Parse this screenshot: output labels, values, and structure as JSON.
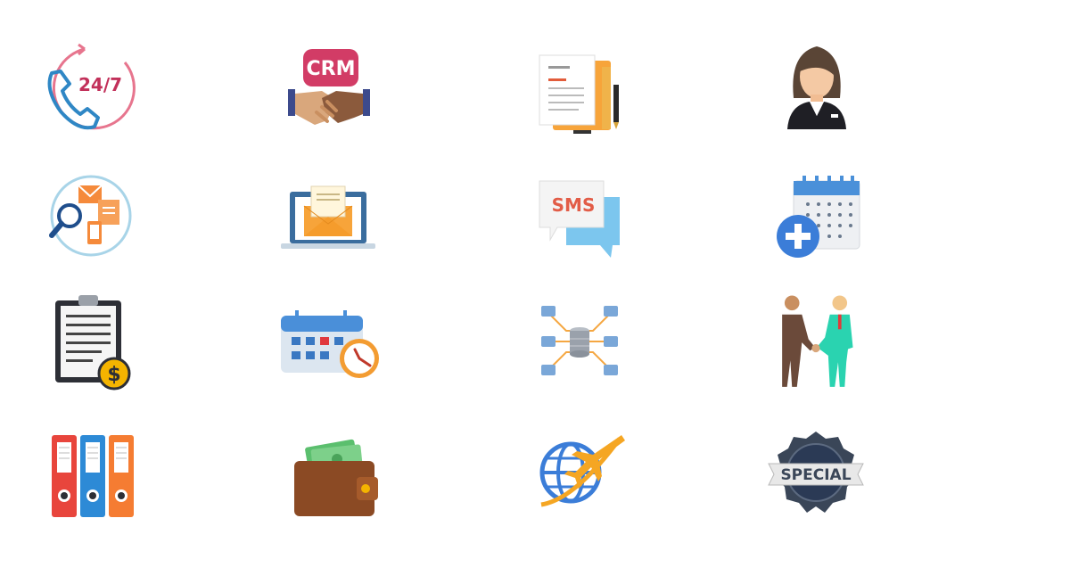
{
  "icons": {
    "support_24_7": {
      "name": "24-7-support-phone-icon",
      "text": "24/7"
    },
    "crm_handshake": {
      "name": "crm-handshake-icon",
      "text": "CRM"
    },
    "documents_pen": {
      "name": "documents-pen-icon"
    },
    "business_woman": {
      "name": "businesswoman-avatar-icon"
    },
    "communication_search": {
      "name": "communication-search-icon"
    },
    "laptop_email": {
      "name": "laptop-email-icon"
    },
    "sms_bubbles": {
      "name": "sms-chat-bubbles-icon",
      "text": "SMS"
    },
    "calendar_add": {
      "name": "calendar-add-icon"
    },
    "clipboard_dollar": {
      "name": "clipboard-invoice-dollar-icon",
      "text": "$"
    },
    "calendar_clock": {
      "name": "calendar-clock-icon"
    },
    "network_database": {
      "name": "network-database-icon"
    },
    "business_handshake": {
      "name": "business-people-handshake-icon"
    },
    "binders": {
      "name": "office-binders-icon"
    },
    "wallet_money": {
      "name": "wallet-money-icon"
    },
    "globe_plane": {
      "name": "globe-airplane-travel-icon"
    },
    "special_badge": {
      "name": "special-badge-icon",
      "text": "SPECIAL"
    }
  },
  "colors": {
    "pink": "#e7758e",
    "blue": "#2f87c5",
    "orange": "#f7941d",
    "crimson": "#d23c66",
    "navy": "#2b3a55"
  }
}
